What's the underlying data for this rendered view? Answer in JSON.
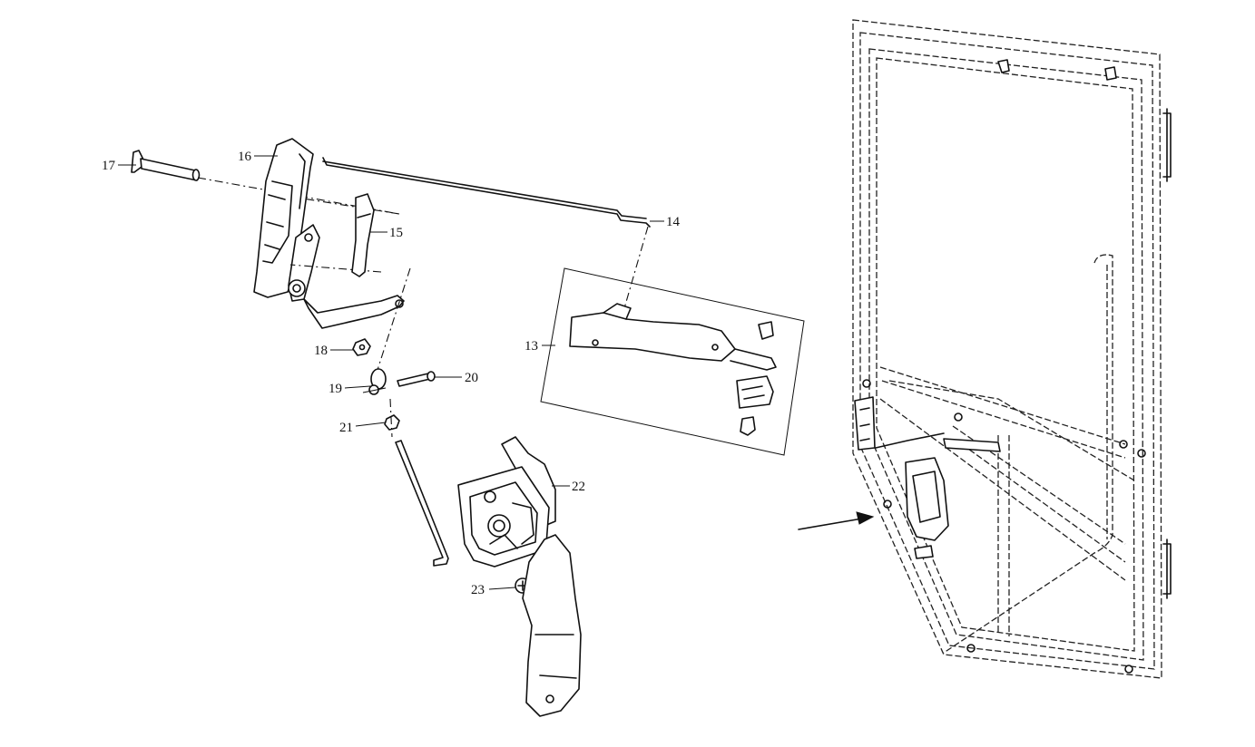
{
  "callouts": [
    {
      "id": "13",
      "label": "13"
    },
    {
      "id": "14",
      "label": "14"
    },
    {
      "id": "15",
      "label": "15"
    },
    {
      "id": "16",
      "label": "16"
    },
    {
      "id": "17",
      "label": "17"
    },
    {
      "id": "18",
      "label": "18"
    },
    {
      "id": "19",
      "label": "19"
    },
    {
      "id": "20",
      "label": "20"
    },
    {
      "id": "21",
      "label": "21"
    },
    {
      "id": "22",
      "label": "22"
    },
    {
      "id": "23",
      "label": "23"
    }
  ],
  "colors": {
    "line": "#111111",
    "background": "#ffffff"
  }
}
